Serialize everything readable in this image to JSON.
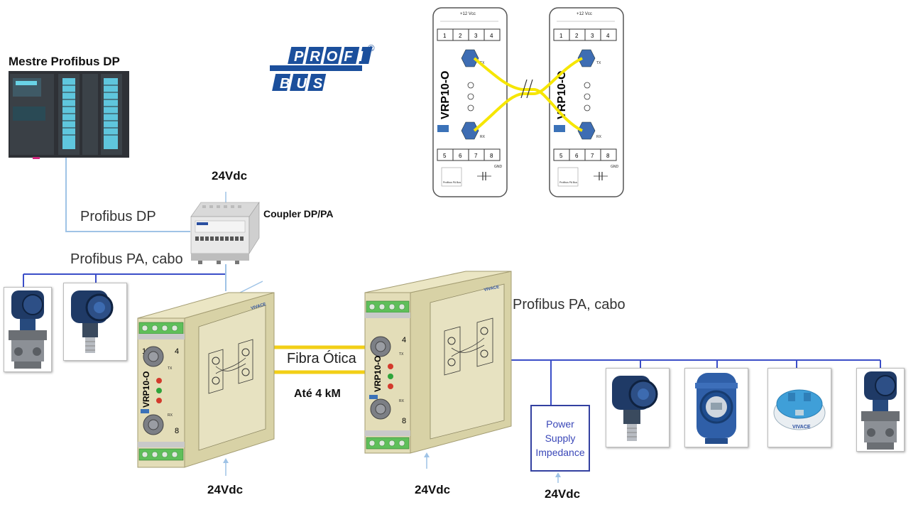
{
  "master": {
    "title": "Mestre Profibus DP"
  },
  "logo": {
    "top": "PROFI",
    "bottom": "BUS",
    "mark": "®"
  },
  "labels": {
    "profibus_dp": "Profibus DP",
    "supply_coupler": "24Vdc",
    "coupler": "Coupler DP/PA",
    "profibus_pa_left": "Profibus PA, cabo",
    "profibus_pa_right": "Profibus PA, cabo",
    "fiber": "Fibra Ótica",
    "distance": "Até 4 kM",
    "supply_vrp1": "24Vdc",
    "supply_vrp2": "24Vdc",
    "supply_ps": "24Vdc",
    "power_supply_impedance": "Power Supply Impedance"
  },
  "vrp": {
    "model": "VRP10-O",
    "brand": "VIVACE",
    "supply_top": "+12 Vcc",
    "top_terminals": [
      "1",
      "2",
      "3",
      "4"
    ],
    "bottom_terminals": [
      "5",
      "6",
      "7",
      "8"
    ],
    "tx": "TX",
    "rx": "RX",
    "gnd": "GND",
    "bus_label": "Profibus PA Bus",
    "top_num": "4",
    "left_num_top": "1",
    "left_num_bottom": "8",
    "led_colors": [
      "#d33a2c",
      "#2fa43b",
      "#d33a2c"
    ]
  },
  "field_devices": {
    "temp_transmitter_brand": "VIVACE"
  },
  "colors": {
    "cable_blue": "#3b4ec8",
    "cable_light_blue": "#9fc3e6",
    "fiber_yellow": "#f2cf17",
    "fiber_detail_yellow": "#f6e600",
    "logo_blue": "#1b4f9c",
    "module_body": "#d8d2a6",
    "terminal_green": "#5fbf5a"
  }
}
